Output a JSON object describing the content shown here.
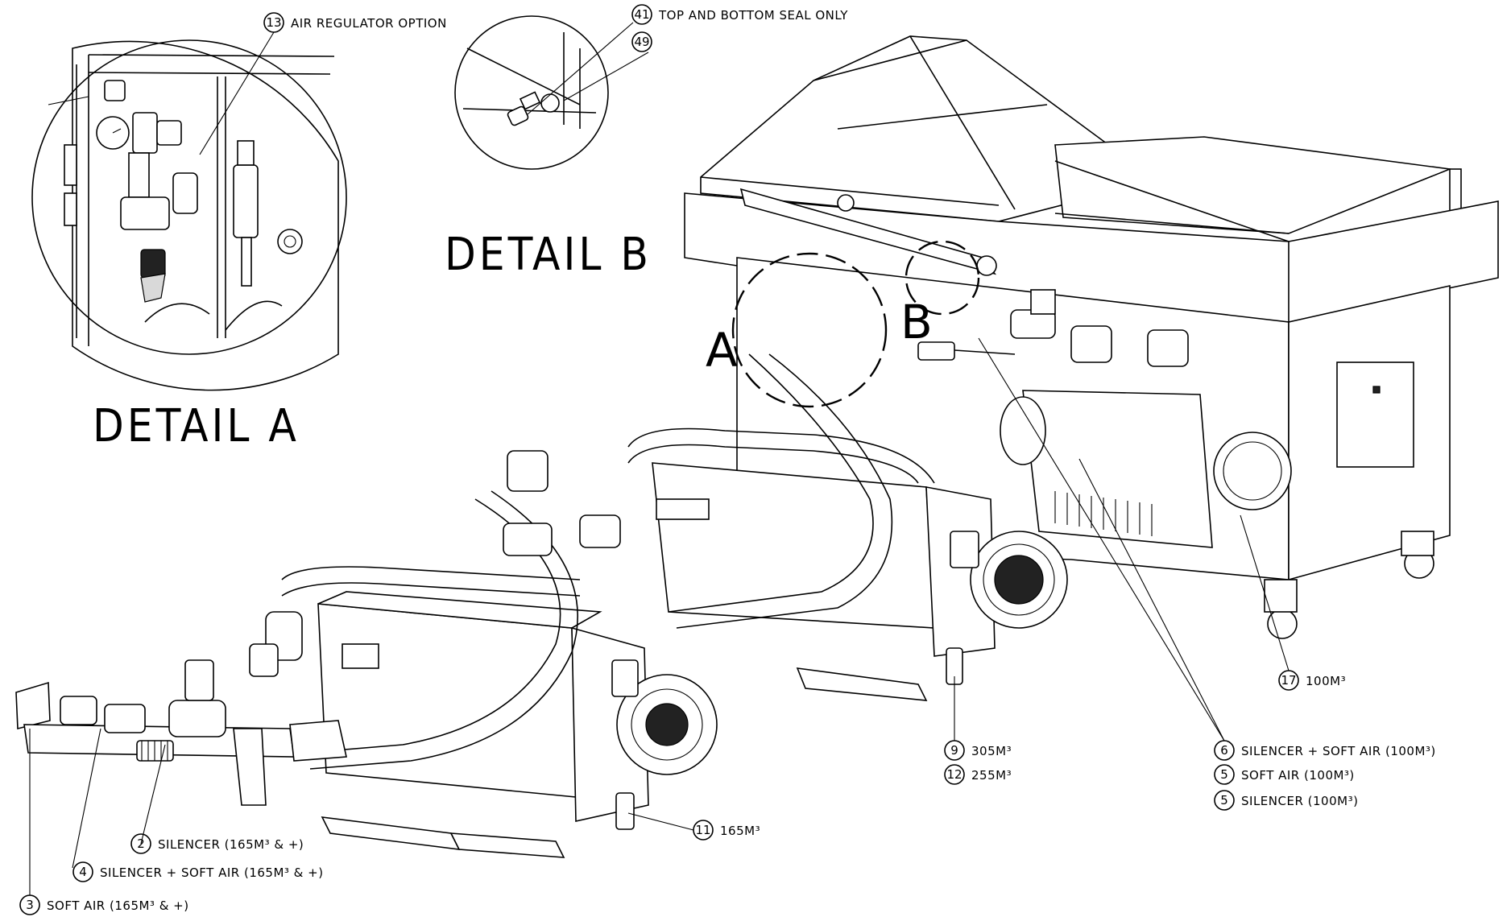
{
  "details": {
    "a_title": "DETAIL A",
    "b_title": "DETAIL B",
    "a_marker": "A",
    "b_marker": "B"
  },
  "callouts": [
    {
      "id": "c13",
      "num": "13",
      "text": "AIR REGULATOR OPTION"
    },
    {
      "id": "c41",
      "num": "41",
      "text": "TOP AND BOTTOM SEAL ONLY"
    },
    {
      "id": "c49",
      "num": "49",
      "text": ""
    },
    {
      "id": "c17",
      "num": "17",
      "text": "100M³"
    },
    {
      "id": "c9",
      "num": "9",
      "text": "305M³"
    },
    {
      "id": "c12",
      "num": "12",
      "text": "255M³"
    },
    {
      "id": "c6",
      "num": "6",
      "text": "SILENCER + SOFT AIR (100M³)"
    },
    {
      "id": "c5a",
      "num": "5",
      "text": "SOFT AIR (100M³)"
    },
    {
      "id": "c5b",
      "num": "5",
      "text": "SILENCER (100M³)"
    },
    {
      "id": "c11",
      "num": "11",
      "text": "165M³"
    },
    {
      "id": "c2",
      "num": "2",
      "text": "SILENCER (165M³ & +)"
    },
    {
      "id": "c4",
      "num": "4",
      "text": "SILENCER + SOFT AIR (165M³ & +)"
    },
    {
      "id": "c3",
      "num": "3",
      "text": "SOFT AIR (165M³ & +)"
    }
  ]
}
